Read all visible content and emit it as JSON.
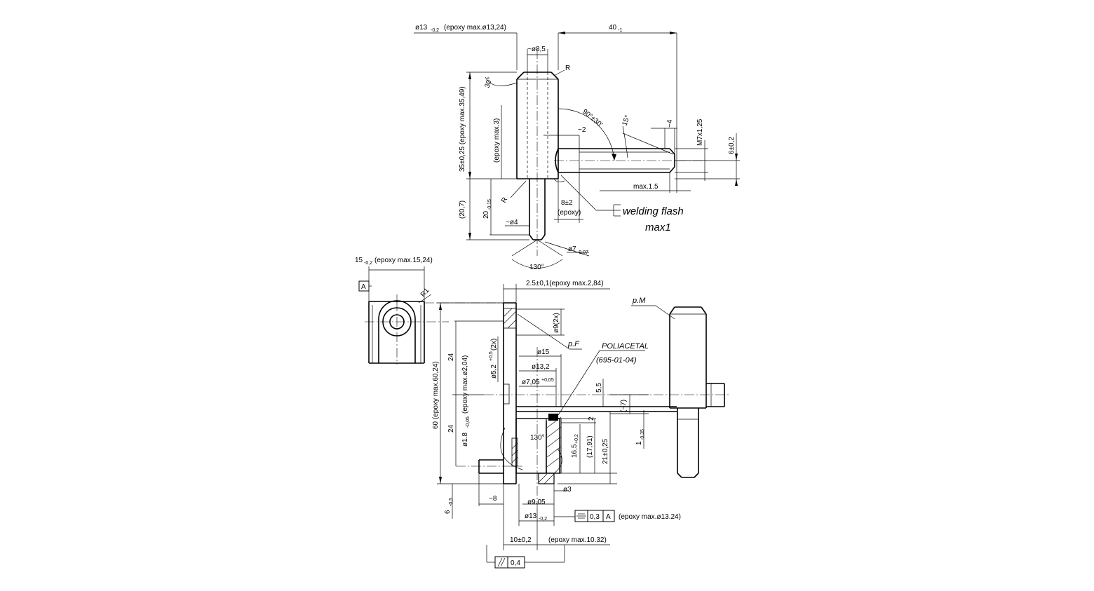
{
  "top_view": {
    "dim_dia13": "ø13",
    "dim_dia13_tol": "-0,2",
    "dim_dia13_epoxy": "(epoxy max.ø13,24)",
    "dim_40": "40",
    "dim_40_tol": "-1",
    "dim_dia8_5": "~ø8,5",
    "dim_r_top": "R",
    "dim_30deg": "30°",
    "dim_35": "35±0,25 (epoxy max.35,49)",
    "dim_epoxy3": "(epoxy max.3)",
    "dim_angle90": "90°±30'",
    "dim_15deg": "15°",
    "dim_tilde2": "~2",
    "dim_tilde4": "~4",
    "dim_m7": "M7x1,25",
    "dim_6": "6±0,2",
    "dim_max15": "max.1.5",
    "dim_r_bottom": "R",
    "dim_20_7": "(20,7)",
    "dim_20": "20",
    "dim_20_tol": "-0,15",
    "dim_8": "8±2",
    "dim_8_epoxy": "(epoxy)",
    "dim_dia4": "~ø4",
    "dim_dia7": "ø7",
    "dim_dia7_tol": "-0,07",
    "dim_130": "130°",
    "welding_line1": "welding  flash",
    "welding_line2": "max1"
  },
  "side_view": {
    "dim_15": "15",
    "dim_15_tol": "-0,2",
    "dim_15_epoxy": "(epoxy max.15,24)",
    "datum_a": "A",
    "dim_r1": "R1",
    "dim_2_5": "2.5±0,1(epoxy max.2,84)"
  },
  "front_view": {
    "dim_dia9": "ø9(2x)",
    "label_pf": "p.F",
    "dim_dia5_2": "ø5,2",
    "dim_dia5_2_tol": "+0,5",
    "dim_dia5_2_count": "(2x)",
    "dim_24_top": "24",
    "dim_24_bottom": "24",
    "dim_60": "60 (epoxy max.60,24)",
    "dim_dia2_04": "(epoxy max.ø2,04)",
    "dim_dia1_8": "ø1.8",
    "dim_dia1_8_tol": "-0,05",
    "dim_dia15": "ø15",
    "dim_dia13_2": "ø13,2",
    "dim_dia7_05": "ø7,05",
    "dim_dia7_05_tol": "+0,05",
    "material": "POLIACETAL",
    "material_code": "(695-01-04)",
    "dim_5_5": "5,5",
    "dim_7": "(~7)",
    "dim_2": "2",
    "dim_130": "130°",
    "dim_16_5": "16,5",
    "dim_16_5_tol": "+0,2",
    "dim_17_91": "(17,91)",
    "dim_21": "21±0,25",
    "dim_1": "1",
    "dim_1_tol": "-0,35",
    "dim_dia3": "ø3",
    "dim_dia9_05": "ø9.05",
    "dim_tilde8": "~8",
    "dim_6": "6",
    "dim_6_tol": "-0,5",
    "dim_dia13": "ø13",
    "dim_dia13_tol": "-0,2",
    "tol_sym": "0,3",
    "tol_datum": "A",
    "tol_epoxy": "(epoxy max.ø13.24)",
    "dim_10": "10±0,2",
    "dim_10_epoxy": "(epoxy max.10.32)",
    "tol_parallel": "0,4"
  },
  "iso_view": {
    "label_pm": "p.M"
  }
}
